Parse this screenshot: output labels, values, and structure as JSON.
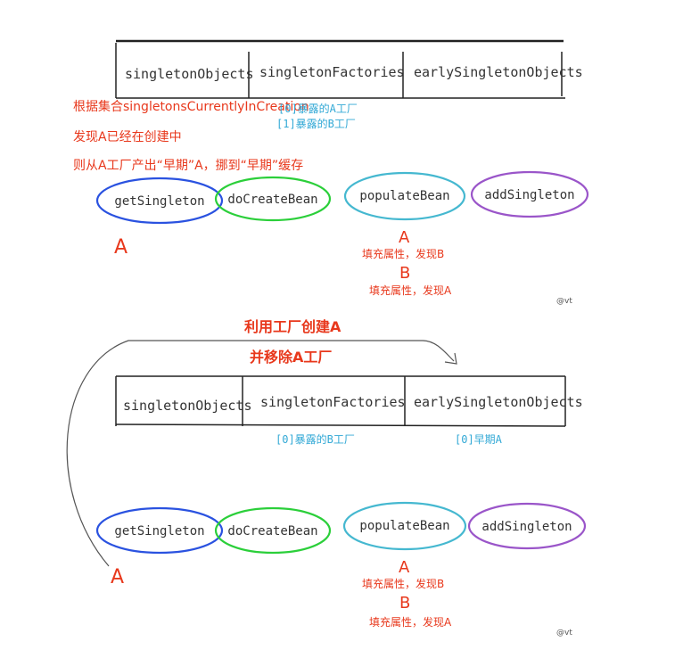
{
  "colors": {
    "red": "#e8381c",
    "blue": "#33a9d6",
    "getSingleton": "#2a52e0",
    "doCreateBean": "#2bcf3a",
    "populateBean": "#45b8d0",
    "addSingleton": "#9a55c9"
  },
  "panel1": {
    "table": [
      "singletonObjects",
      "singletonFactories",
      "earlySingletonObjects"
    ],
    "notes_left": [
      "根据集合singletonsCurrentlyInCreation",
      "发现A已经在创建中",
      "则从A工厂产出“早期”A，挪到“早期”缓存"
    ],
    "factories": [
      "[0]暴露的A工厂",
      "[1]暴露的B工厂"
    ],
    "nodes": [
      "getSingleton",
      "doCreateBean",
      "populateBean",
      "addSingleton"
    ],
    "label_a_left": "A",
    "label_a_pop": "A",
    "fill_a": "填充属性，发现B",
    "label_b": "B",
    "fill_b": "填充属性，发现A",
    "watermark": "@vt"
  },
  "panel2": {
    "title1": "利用工厂创建A",
    "title2": "并移除A工厂",
    "table": [
      "singletonObjects",
      "singletonFactories",
      "earlySingletonObjects"
    ],
    "factory_note": "[0]暴露的B工厂",
    "early_note": "[0]早期A",
    "nodes": [
      "getSingleton",
      "doCreateBean",
      "populateBean",
      "addSingleton"
    ],
    "label_a_left": "A",
    "label_a_pop": "A",
    "fill_a": "填充属性，发现B",
    "label_b": "B",
    "fill_b": "填充属性，发现A",
    "watermark": "@vt"
  }
}
